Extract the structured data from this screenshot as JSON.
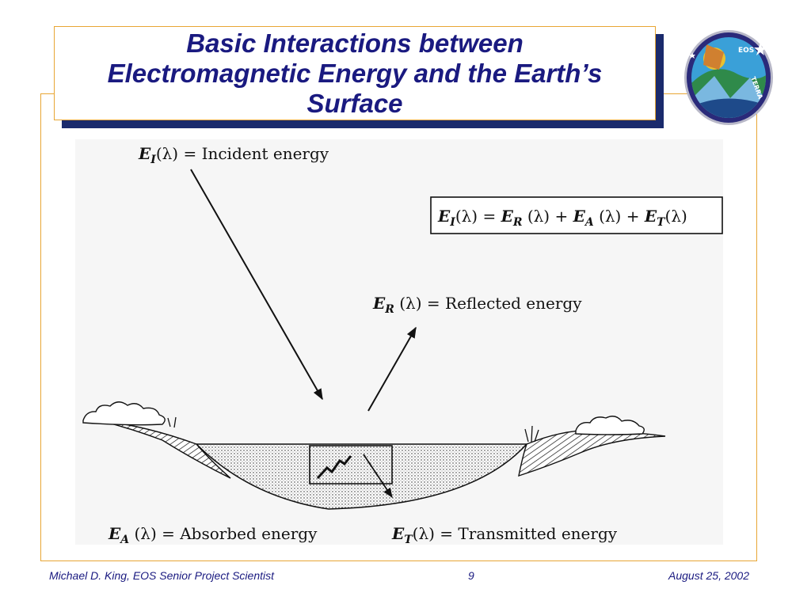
{
  "slide": {
    "title": "Basic Interactions between\nElectromagnetic Energy and the Earth’s\nSurface",
    "logo": {
      "icon": "eos-terra-mission-logo-icon",
      "texts": [
        "EOS",
        "TERRA"
      ]
    }
  },
  "figure": {
    "incident": {
      "symbol": "E",
      "sub": "I",
      "arg": "(λ)",
      "rest": " = Incident energy"
    },
    "reflected": {
      "symbol": "E",
      "sub": "R",
      "arg": " (λ)",
      "rest": " = Reflected energy"
    },
    "absorbed": {
      "symbol": "E",
      "sub": "A",
      "arg": " (λ)",
      "rest": " = Absorbed energy"
    },
    "transmitted": {
      "symbol": "E",
      "sub": "T",
      "arg": "(λ)",
      "rest": " = Transmitted energy"
    },
    "equation": {
      "t1": "(λ) = ",
      "t2": " (λ) + ",
      "t3": " (λ) + ",
      "t4": "(λ)",
      "E": "E",
      "sI": "I",
      "sR": "R",
      "sA": "A",
      "sT": "T"
    }
  },
  "footer": {
    "author": "Michael D. King, EOS Senior Project Scientist",
    "page": "9",
    "date": "August 25, 2002"
  },
  "colors": {
    "accent": "#e8a634",
    "title": "#1a1a80",
    "shadow": "#1a2a6c"
  }
}
